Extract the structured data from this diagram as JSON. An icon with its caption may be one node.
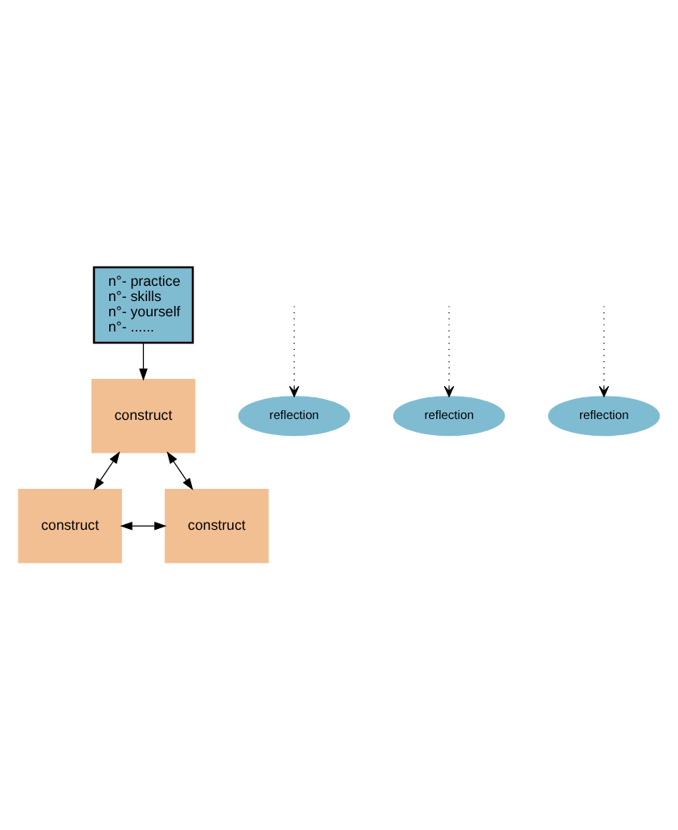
{
  "diagram": {
    "nodes": [
      {
        "text": [
          "n°- practice",
          "n°- skills",
          "n°- yourself",
          "n°- ......"
        ]
      },
      {
        "text": [
          "construct"
        ]
      },
      {
        "text": [
          "reflection"
        ]
      },
      {
        "text": [
          "reflection"
        ]
      },
      {
        "text": [
          "construct"
        ]
      },
      {
        "text": [
          "construct"
        ]
      },
      {
        "text": [
          "reflection"
        ]
      }
    ],
    "edges": [
      {
        "from": 0,
        "to": 1,
        "arrow": "to"
      },
      {
        "from": null,
        "to": 2,
        "arrow": "to",
        "style": "dashed"
      },
      {
        "from": null,
        "to": 3,
        "arrow": "to",
        "style": "dashed"
      },
      {
        "from": 1,
        "to": 4,
        "arrow": "both"
      },
      {
        "from": 1,
        "to": 5,
        "arrow": "both"
      },
      {
        "from": 4,
        "to": 5,
        "arrow": "both"
      },
      {
        "from": null,
        "to": 6,
        "arrow": "to",
        "style": "dashed"
      }
    ]
  }
}
